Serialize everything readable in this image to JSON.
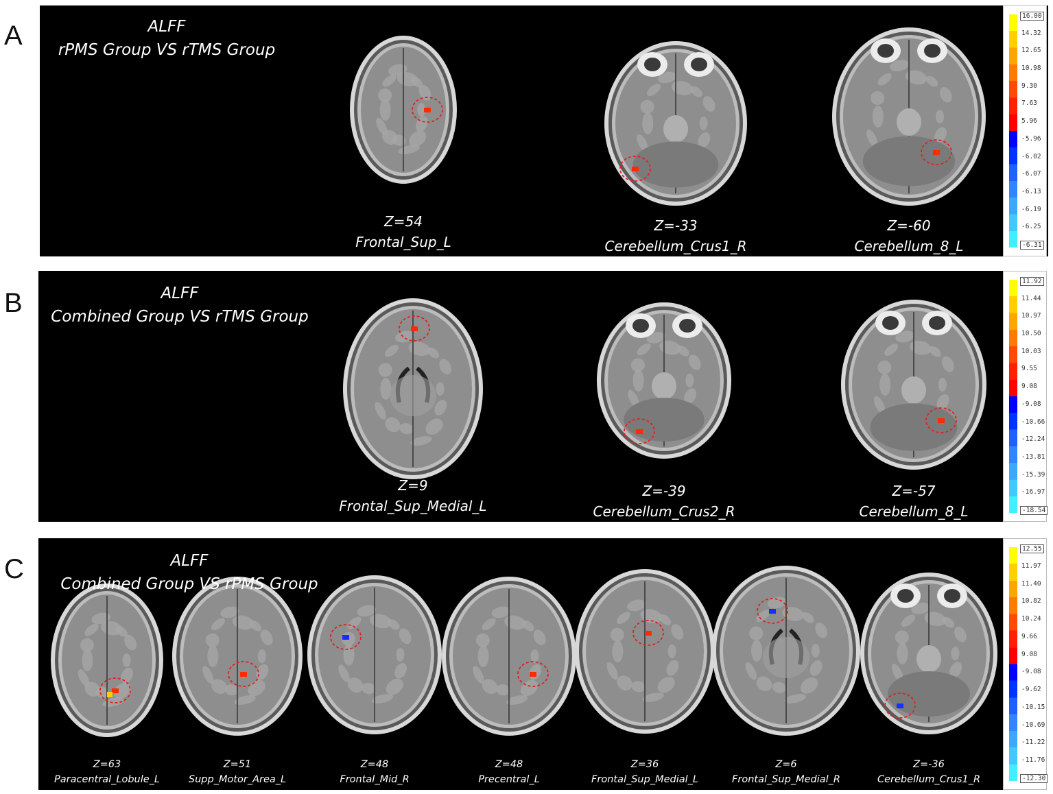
{
  "panels": [
    {
      "label": "A",
      "title": [
        "ALFF",
        "rPMS Group VS rTMS Group"
      ],
      "slices": [
        {
          "z": "Z=54",
          "region": "Frontal_Sup_L",
          "kind": "axial-high"
        },
        {
          "z": "Z=-33",
          "region": "Cerebellum_Crus1_R",
          "kind": "cerebellum"
        },
        {
          "z": "Z=-60",
          "region": "Cerebellum_8_L",
          "kind": "skullbase"
        }
      ],
      "colorbar": [
        "16.00",
        "14.32",
        "12.65",
        "10.98",
        "9.30",
        "7.63",
        "5.96",
        "-5.96",
        "-6.02",
        "-6.07",
        "-6.13",
        "-6.19",
        "-6.25",
        "-6.31"
      ]
    },
    {
      "label": "B",
      "title": [
        "ALFF",
        "Combined Group VS rTMS Group"
      ],
      "slices": [
        {
          "z": "Z=9",
          "region": "Frontal_Sup_Medial_L",
          "kind": "axial-mid"
        },
        {
          "z": "Z=-39",
          "region": "Cerebellum_Crus2_R",
          "kind": "cerebellum"
        },
        {
          "z": "Z=-57",
          "region": "Cerebellum_8_L",
          "kind": "skullbase"
        }
      ],
      "colorbar": [
        "11.92",
        "11.44",
        "10.97",
        "10.50",
        "10.03",
        "9.55",
        "9.08",
        "-9.08",
        "-10.66",
        "-12.24",
        "-13.81",
        "-15.39",
        "-16.97",
        "-18.54"
      ]
    },
    {
      "label": "C",
      "title": [
        "ALFF",
        "Combined Group VS rPMS Group"
      ],
      "slices": [
        {
          "z": "Z=63",
          "region": "Paracentral_Lobule_L",
          "kind": "axial-high"
        },
        {
          "z": "Z=51",
          "region": "Supp_Motor_Area_L",
          "kind": "axial-high"
        },
        {
          "z": "Z=48",
          "region": "Frontal_Mid_R",
          "kind": "axial-high"
        },
        {
          "z": "Z=48",
          "region": "Precentral_L",
          "kind": "axial-high"
        },
        {
          "z": "Z=36",
          "region": "Frontal_Sup_Medial_L",
          "kind": "axial-high"
        },
        {
          "z": "Z=6",
          "region": "Frontal_Sup_Medial_R",
          "kind": "axial-mid"
        },
        {
          "z": "Z=-36",
          "region": "Cerebellum_Crus1_R",
          "kind": "cerebellum"
        }
      ],
      "colorbar": [
        "12.55",
        "11.97",
        "11.40",
        "10.82",
        "10.24",
        "9.66",
        "9.08",
        "-9.08",
        "-9.62",
        "-10.15",
        "-10.69",
        "-11.22",
        "-11.76",
        "-12.30"
      ]
    }
  ],
  "colors": {
    "panel_bg": "#000000",
    "activation_positive": "#ff2a00",
    "activation_negative": "#1a2cff",
    "roi_circle": "#e02020",
    "colorbar_top": [
      "#ffff00",
      "#ffd000",
      "#ffa500",
      "#ff7a00",
      "#ff4a00",
      "#ff2000",
      "#ff0000"
    ],
    "colorbar_bottom": [
      "#0000ff",
      "#0033ff",
      "#2060ff",
      "#2f86ff",
      "#3aa8ff",
      "#40c8ff",
      "#40f0ff"
    ]
  },
  "icons": [
    "brain-axial-mri-icon",
    "roi-circle-icon"
  ]
}
